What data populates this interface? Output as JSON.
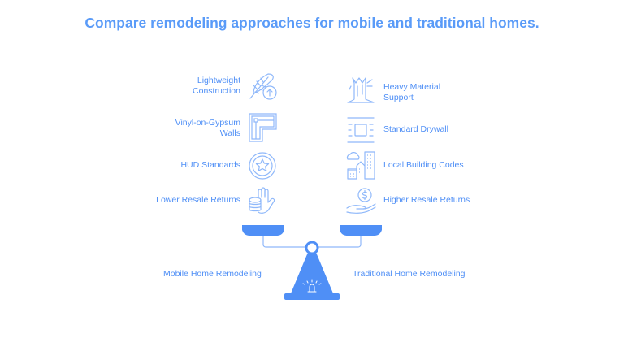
{
  "title": "Compare remodeling approaches for mobile and traditional homes.",
  "colors": {
    "accent": "#4f8ff6",
    "title": "#5a9bf8",
    "icon_stroke": "#8fb8fa",
    "scale_fill": "#4f8ff6"
  },
  "left": {
    "heading": "Mobile Home Remodeling",
    "items": [
      {
        "label_line1": "Lightweight",
        "label_line2": "Construction",
        "icon": "feather-upload-icon"
      },
      {
        "label_line1": "Vinyl-on-Gypsum",
        "label_line2": "Walls",
        "icon": "wall-corner-icon"
      },
      {
        "label_line1": "HUD Standards",
        "label_line2": "",
        "icon": "star-badge-icon"
      },
      {
        "label_line1": "Lower Resale Returns",
        "label_line2": "",
        "icon": "hand-coins-icon"
      }
    ]
  },
  "right": {
    "heading": "Traditional Home Remodeling",
    "items": [
      {
        "label_line1": "Heavy Material",
        "label_line2": "Support",
        "icon": "tree-stump-icon"
      },
      {
        "label_line1": "Standard Drywall",
        "label_line2": "",
        "icon": "drywall-panel-icon"
      },
      {
        "label_line1": "Local Building Codes",
        "label_line2": "",
        "icon": "city-buildings-icon"
      },
      {
        "label_line1": "Higher Resale Returns",
        "label_line2": "",
        "icon": "hand-dollar-icon"
      }
    ]
  }
}
